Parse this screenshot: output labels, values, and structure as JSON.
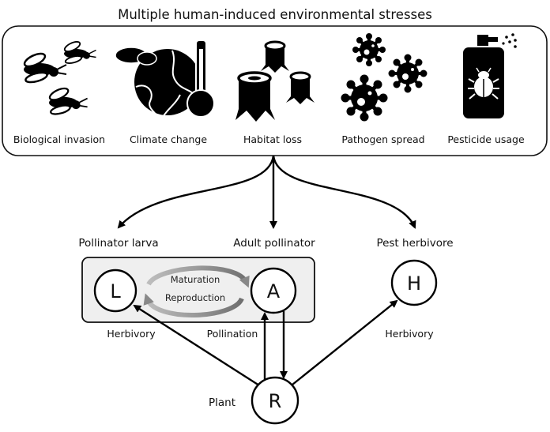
{
  "title": "Multiple human-induced environmental stresses",
  "stressors": [
    {
      "label": "Biological invasion",
      "icon": "flies-icon"
    },
    {
      "label": "Climate change",
      "icon": "globe-thermometer-icon"
    },
    {
      "label": "Habitat loss",
      "icon": "tree-stumps-icon"
    },
    {
      "label": "Pathogen spread",
      "icon": "virus-icon"
    },
    {
      "label": "Pesticide usage",
      "icon": "spray-bottle-bug-icon"
    }
  ],
  "targets": {
    "larva": "Pollinator  larva",
    "adult": "Adult pollinator",
    "pest": "Pest herbivore"
  },
  "nodes": {
    "L": "L",
    "A": "A",
    "H": "H",
    "R": "R"
  },
  "cycle": {
    "top": "Maturation",
    "bottom": "Reproduction"
  },
  "interactions": {
    "larva_herbivory": "Herbivory",
    "pollination": "Pollination",
    "pest_herbivory": "Herbivory"
  },
  "plant_label": "Plant"
}
